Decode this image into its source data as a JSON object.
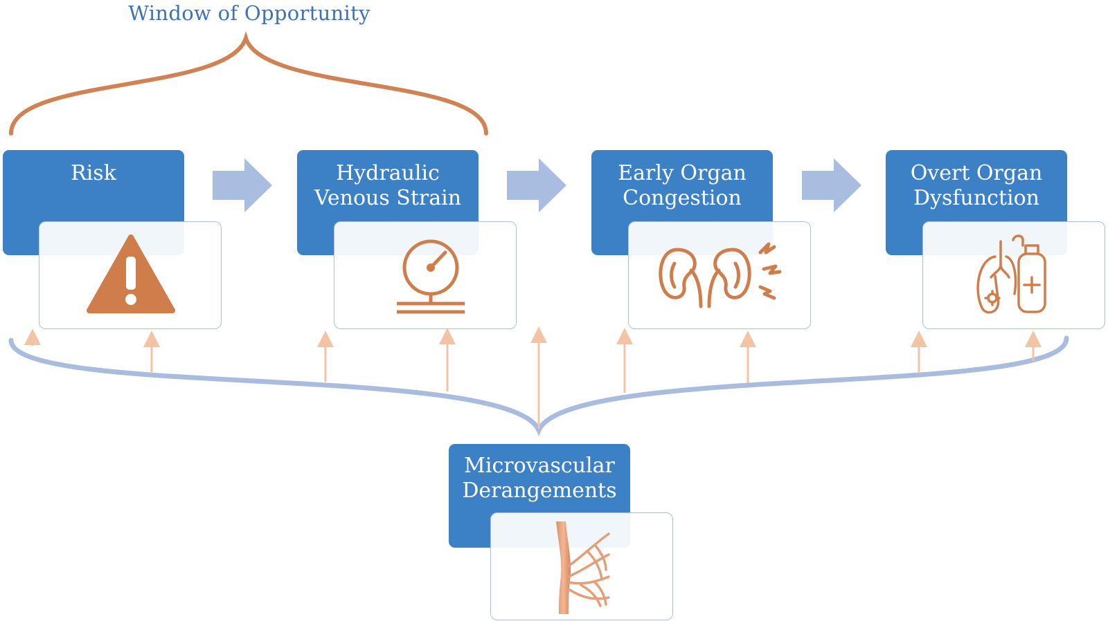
{
  "title": "Window of Opportunity",
  "stages": [
    {
      "label": "Risk",
      "icon": "warning-triangle-icon"
    },
    {
      "label": "Hydraulic\nVenous Strain",
      "icon": "pressure-gauge-icon"
    },
    {
      "label": "Early Organ\nCongestion",
      "icon": "kidneys-icon"
    },
    {
      "label": "Overt Organ\nDysfunction",
      "icon": "lungs-oxygen-icon"
    }
  ],
  "base": {
    "label": "Microvascular\nDerangements",
    "icon": "blood-vessel-icon"
  },
  "colors": {
    "box": "#3c80c6",
    "title": "#3b72b8",
    "brace_top": "#d08254",
    "brace_bottom": "#a9bce0",
    "arrow": "#a9bde0",
    "icon": "#d07d4c",
    "up_arrow": "#f2c3a5"
  }
}
